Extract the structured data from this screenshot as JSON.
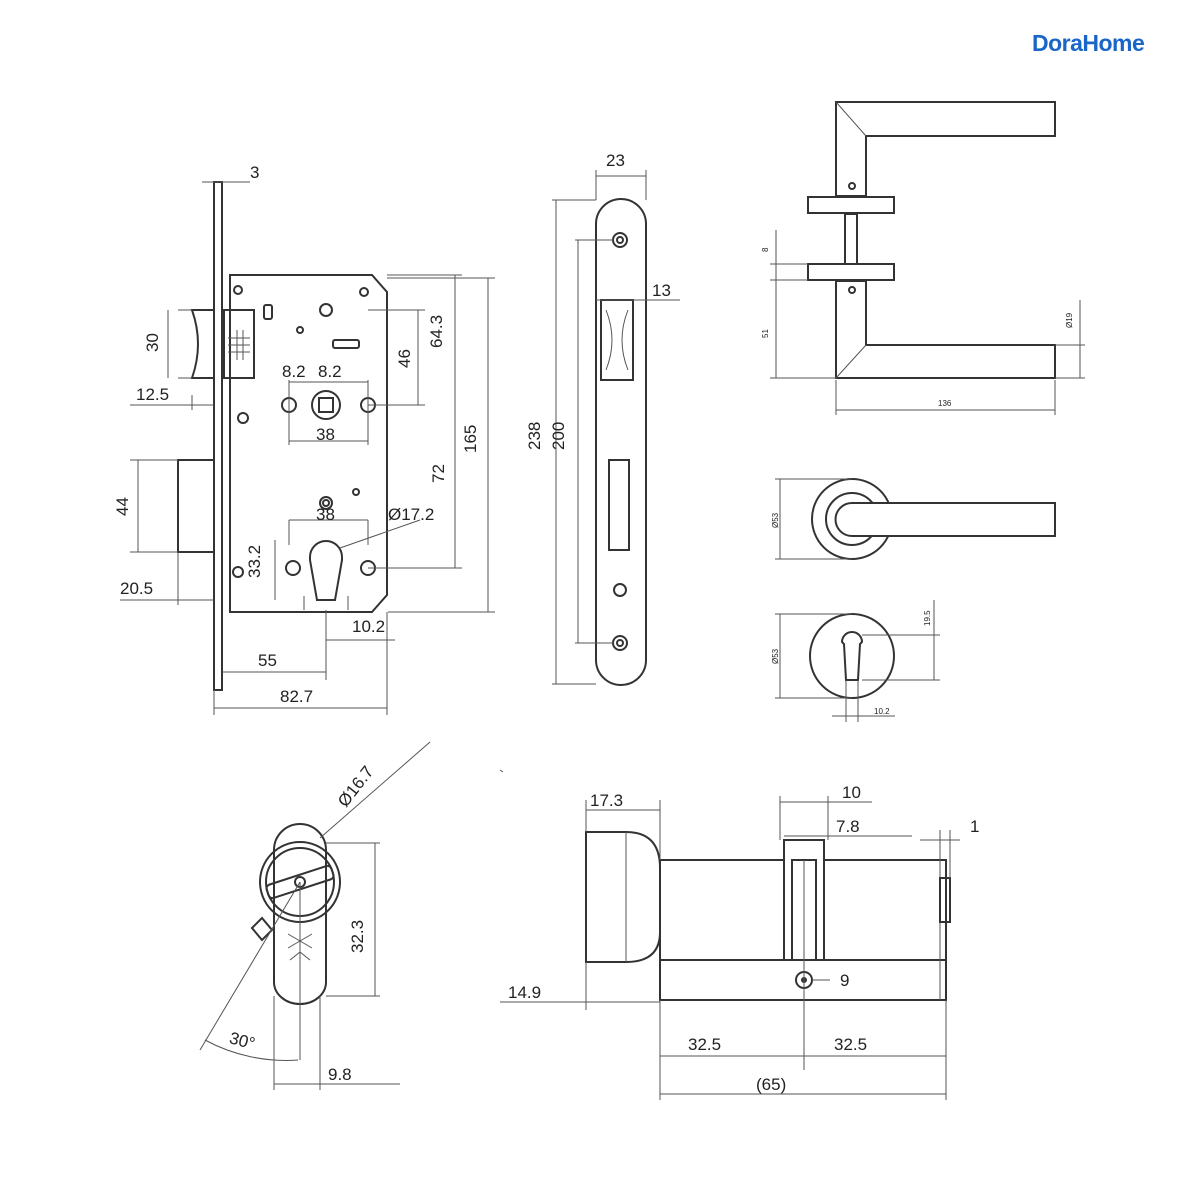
{
  "brand": {
    "name": "DoraHome",
    "color": "#1a66c8"
  },
  "body_dims": {
    "faceplate": "3",
    "latch_height": "30",
    "latch_offset": "12.5",
    "bolt_height": "44",
    "bolt_offset": "20.5",
    "spindle_gap_left": "8.2",
    "spindle_gap_right": "8.2",
    "handle_centers": "38",
    "dim_46": "46",
    "dim_64_3": "64.3",
    "overall_height": "165",
    "dim_72": "72",
    "cyl_centers": "38",
    "cyl_dia": "Ø17.2",
    "cyl_vert": "33.2",
    "cyl_bottom": "10.2",
    "backset": "55",
    "case_width": "82.7"
  },
  "strike_dims": {
    "width": "23",
    "lip": "13",
    "height": "238",
    "hole_centers": "200"
  },
  "lever_dims": {
    "rose_gap": "8",
    "dim_51": "51",
    "dia_19": "Ø19",
    "length": "136",
    "rose_dia": "Ø53",
    "esc_dia": "Ø53",
    "esc_height": "19.5",
    "esc_bottom": "10.2"
  },
  "cyl_side_dims": {
    "dia": "Ø16.7",
    "height": "32.3",
    "angle": "30°",
    "bottom": "9.8"
  },
  "cyl_front_dims": {
    "knob_len": "17.3",
    "cam_width": "10",
    "cam_slot": "7.8",
    "end_gap": "1",
    "knob_offset": "14.9",
    "screw": "9",
    "left_half": "32.5",
    "right_half": "32.5",
    "total": "(65)"
  }
}
